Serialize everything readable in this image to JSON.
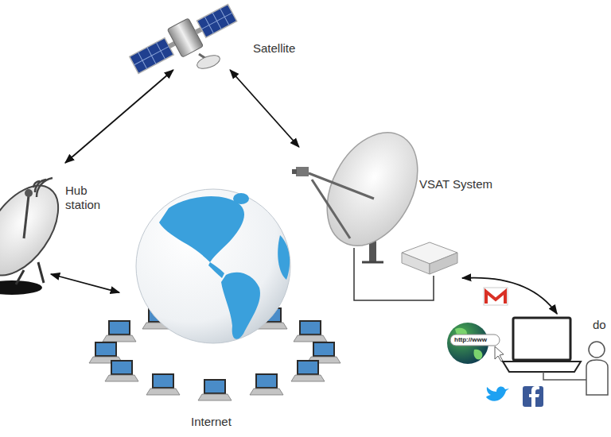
{
  "diagram": {
    "nodes": [
      {
        "text": [
          "Satellite"
        ]
      },
      {
        "text": [
          "Hub station"
        ]
      },
      {
        "text": [
          "VSAT System"
        ]
      },
      {
        "text": [
          "Internet"
        ]
      },
      {
        "text": [
          "do"
        ]
      }
    ],
    "edges": [
      {
        "from": 0,
        "to": 1,
        "arrow": "both"
      },
      {
        "from": 0,
        "to": 2,
        "arrow": "both"
      },
      {
        "from": 1,
        "to": 3,
        "arrow": "both"
      },
      {
        "from": 2,
        "to": 4,
        "arrow": "both"
      }
    ],
    "labels": [
      "http://www"
    ]
  }
}
